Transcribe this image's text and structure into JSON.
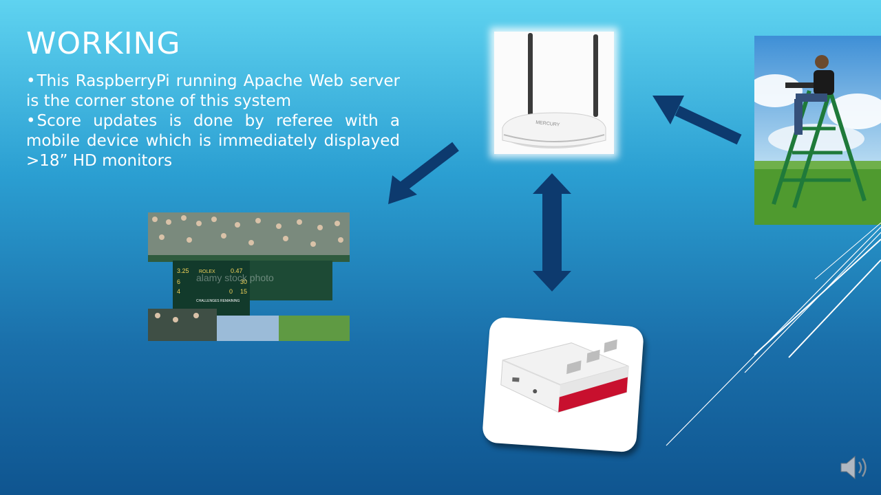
{
  "slide": {
    "title": "WORKING",
    "bullets": [
      {
        "marker": "•",
        "text": "This RaspberryPi running Apache Web server is the corner stone of this system"
      },
      {
        "marker": "•",
        "text": "Score updates is done by referee with a mobile device  which is immediately displayed >18” HD monitors"
      }
    ]
  },
  "stadium_photo": {
    "watermark": "alamy stock photo",
    "scoreboard": {
      "time": "3.25",
      "brand": "ROLEX",
      "clock": "0.47",
      "row1": "6",
      "row1_score": "30",
      "row2": "4",
      "row2_left": "0",
      "row2_score": "15",
      "challenges": "CHALLENGES REMAINING"
    }
  },
  "router_photo": {
    "brand": "MERCURY"
  },
  "colors": {
    "arrow": "#0d3a6e",
    "background_top": "#5fd3f0",
    "background_bottom": "#0f5590",
    "pi_red": "#c8102e"
  },
  "icons": {
    "speaker": "speaker-icon"
  }
}
